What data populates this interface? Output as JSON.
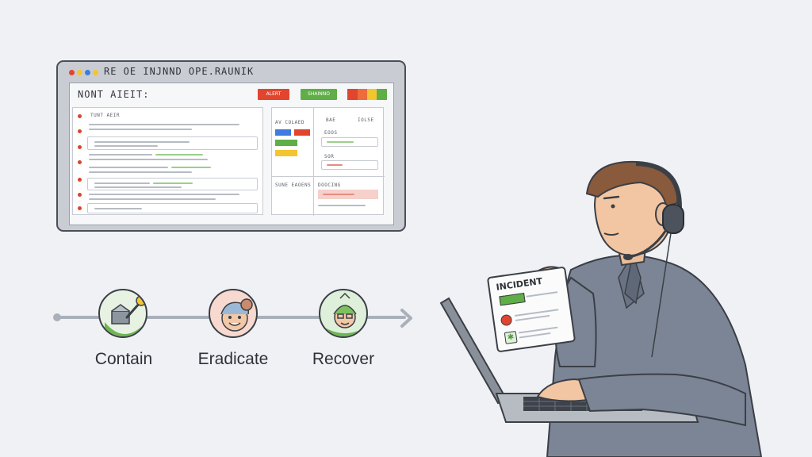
{
  "browser": {
    "window_title": "RE OE INJNND OPE.RAUNIK",
    "page_title": "NONT AIEIT:",
    "header_buttons": [
      "ALERT",
      "SHAINNO"
    ],
    "list_panel_label": "TUNT AEIR",
    "mid_panel_label": "AV COLAED",
    "mid_bottom_label": "SUNE EAOENS",
    "right_panel_labels": [
      "BAE",
      "IOLSE"
    ],
    "right_row_labels": [
      "EOOS",
      "SOR"
    ],
    "right_bottom_label": "DOOCING"
  },
  "timeline": {
    "steps": [
      {
        "label": "Contain"
      },
      {
        "label": "Eradicate"
      },
      {
        "label": "Recover"
      }
    ]
  },
  "card": {
    "title": "INCIDENT"
  },
  "colors": {
    "alert_red": "#e2452e",
    "accent_green": "#5fae47",
    "accent_yellow": "#f3c531",
    "shirt": "#7b8595"
  }
}
